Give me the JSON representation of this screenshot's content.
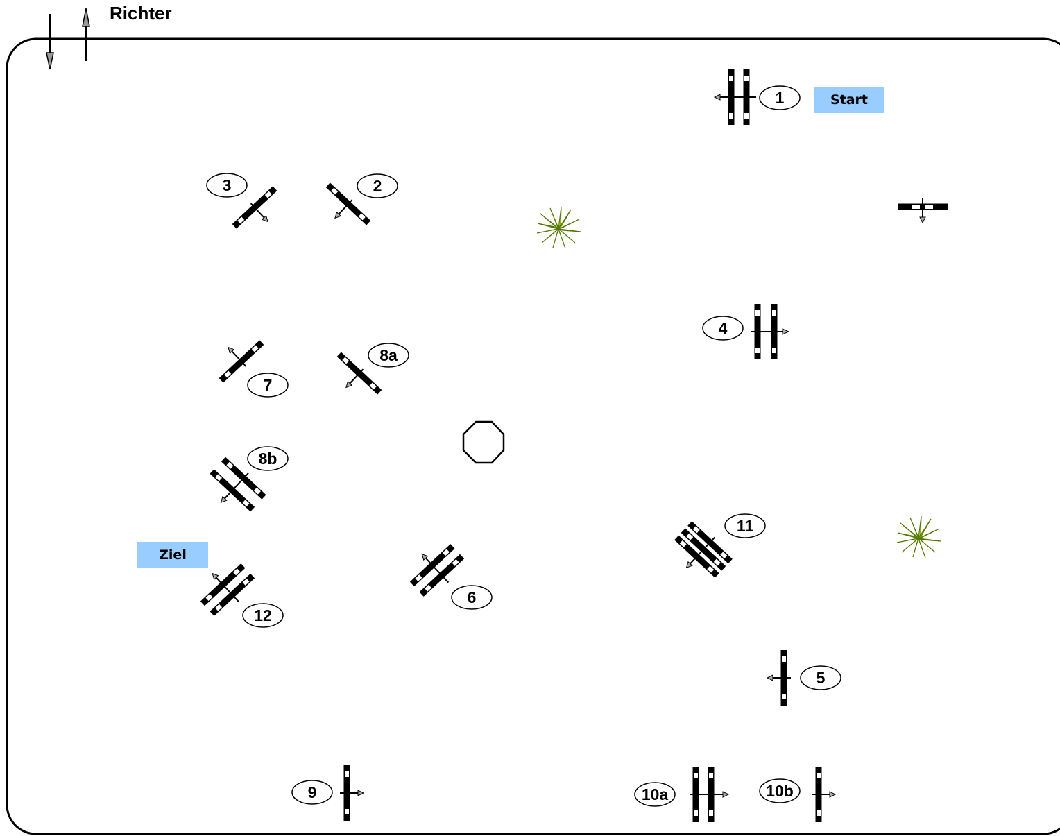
{
  "header": {
    "title": "Richter"
  },
  "labels": {
    "start": "Start",
    "finish": "Ziel"
  },
  "obstacles": [
    {
      "id": "o1",
      "number": "1"
    },
    {
      "id": "o2",
      "number": "2"
    },
    {
      "id": "o3",
      "number": "3"
    },
    {
      "id": "o4",
      "number": "4"
    },
    {
      "id": "o5",
      "number": "5"
    },
    {
      "id": "o6",
      "number": "6"
    },
    {
      "id": "o7",
      "number": "7"
    },
    {
      "id": "o8a",
      "number": "8a"
    },
    {
      "id": "o8b",
      "number": "8b"
    },
    {
      "id": "o9",
      "number": "9"
    },
    {
      "id": "o10a",
      "number": "10a"
    },
    {
      "id": "o10b",
      "number": "10b"
    },
    {
      "id": "o11",
      "number": "11"
    },
    {
      "id": "o12",
      "number": "12"
    }
  ],
  "icons": {
    "judge": "judge-direction-arrows-icon",
    "plant": "plant-decoration-icon",
    "octagon": "octagon-marker-icon",
    "practice": "practice-jump-icon"
  }
}
